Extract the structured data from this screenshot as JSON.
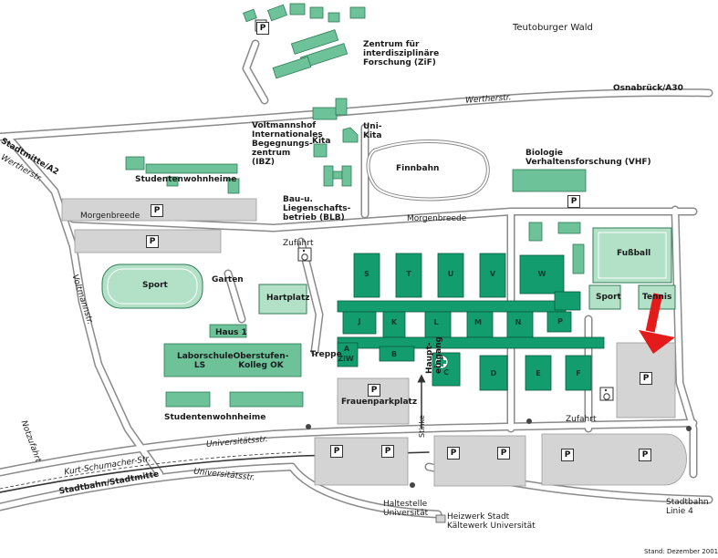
{
  "labels": {
    "teutoburger_wald": "Teutoburger Wald",
    "zif": "Zentrum für interdisziplinäre Forschung (ZiF)",
    "osnabrueck": "Osnabrück/A30",
    "wertherstr_top": "Wertherstr.",
    "stadtmitte_a2": "Stadtmitte/A2",
    "wertherstr_left": "Wertherstr.",
    "voltmannshof": "Voltmannshof Internationales Begegnungs- zentrum (IBZ)",
    "kita": "Kita",
    "uni_kita": "Uni- Kita",
    "biologie": "Biologie Verhaltensforschung (VHF)",
    "studentenwohnheime_top": "Studentenwohnheime",
    "finnbahn": "Finnbahn",
    "blb": "Bau-u. Liegenschafts- betrieb (BLB)",
    "morgenbreede_left": "Morgenbreede",
    "morgenbreede_right": "Morgenbreede",
    "zufahrt_top": "Zufahrt",
    "fussball": "Fußball",
    "sport_left": "Sport",
    "garten": "Garten",
    "hartplatz": "Hartplatz",
    "voltmannstr": "Voltmannstr.",
    "haus1": "Haus 1",
    "laborschule": "Laborschule LS",
    "oberstufenkolleg": "Oberstufen-Kolleg OK",
    "treppe": "Treppe",
    "sport_right": "Sport",
    "tennis": "Tennis",
    "frauenparkplatz": "Frauenparkplatz",
    "haupteingang": "Haupt- eingang",
    "studentenwohnheime_bottom": "Studentenwohnheime",
    "zufahrt_bottom": "Zufahrt",
    "notzufahrt": "Notzufahrt",
    "kurt_schumacher": "Kurt-Schumacher-Str.",
    "universitaetsstr_top": "Universitätsstr.",
    "stadtbahn_stadtmitte": "Stadtbahn/Stadtmitte",
    "universitaetsstr_bottom": "Universitätsstr.",
    "stinke": "Stinke",
    "haltestelle": "Haltestelle Universität",
    "heizwerk": "Heizwerk Stadt Kältewerk Universität",
    "stadtbahn_linie4": "Stadtbahn Linie 4",
    "stand": "Stand: Dezember 2001"
  },
  "building_letters": {
    "s": "S",
    "t": "T",
    "u": "U",
    "v": "V",
    "w": "W",
    "j": "J",
    "k": "K",
    "l": "L",
    "m": "M",
    "n": "N",
    "p": "P",
    "a": "A",
    "ziw": "ZiW",
    "b": "B",
    "c": "C",
    "d": "D",
    "e": "E",
    "f": "F"
  },
  "parking_symbol": "P",
  "colors": {
    "main_building": "#139c6d",
    "other_building": "#6dc29a",
    "road": "#ffffff",
    "road_casing": "#8a8a8a",
    "parking_area": "#d4d4d4",
    "sports_field": "#b2e1c8",
    "arrow": "#e31b1b"
  }
}
